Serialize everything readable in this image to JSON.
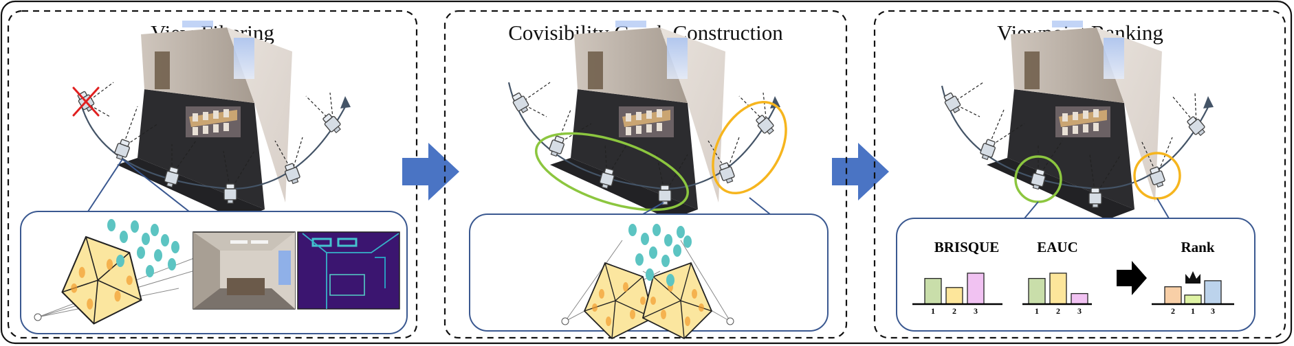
{
  "panels": [
    {
      "title": "View Filtering"
    },
    {
      "title": "Covisibility Graph Construction"
    },
    {
      "title": "Viewpoint Ranking"
    }
  ],
  "ranking": {
    "metrics": [
      {
        "label": "BRISQUE",
        "ticks": [
          "1",
          "2",
          "3"
        ],
        "values": [
          0.68,
          0.44,
          0.82
        ],
        "colors": [
          "#c9deaa",
          "#fde69b",
          "#f1c2f2"
        ]
      },
      {
        "label": "EAUC",
        "ticks": [
          "1",
          "2",
          "3"
        ],
        "values": [
          0.68,
          0.82,
          0.28
        ],
        "colors": [
          "#c9deaa",
          "#fde69b",
          "#f1c2f2"
        ]
      }
    ],
    "rank": {
      "label": "Rank",
      "ticks": [
        "2",
        "1",
        "3"
      ],
      "values": [
        0.46,
        0.24,
        0.62
      ],
      "colors": [
        "#f8cfa7",
        "#dff3a4",
        "#bcd3ec"
      ]
    }
  },
  "colors": {
    "panel_border": "#111111",
    "inset_border": "#3a5890",
    "arrow": "#4a74c4",
    "select_green": "#8cc63f",
    "select_orange": "#f6b51e",
    "reject_red": "#e02020",
    "camera_stroke": "#444444",
    "camera_fill": "#d6dde5",
    "ellipse_teal": "#5cc4c2",
    "frustum_yellow": "#fbe69f",
    "frustum_orange": "#f29b2d",
    "heatmap_bg": "#3b1570",
    "crown": "#111111",
    "black_arrow": "#000000"
  },
  "icons": [
    "camera-icon",
    "reject-cross-icon",
    "crown-icon",
    "room-render-image",
    "room-photo-image",
    "edge-heatmap-image"
  ]
}
